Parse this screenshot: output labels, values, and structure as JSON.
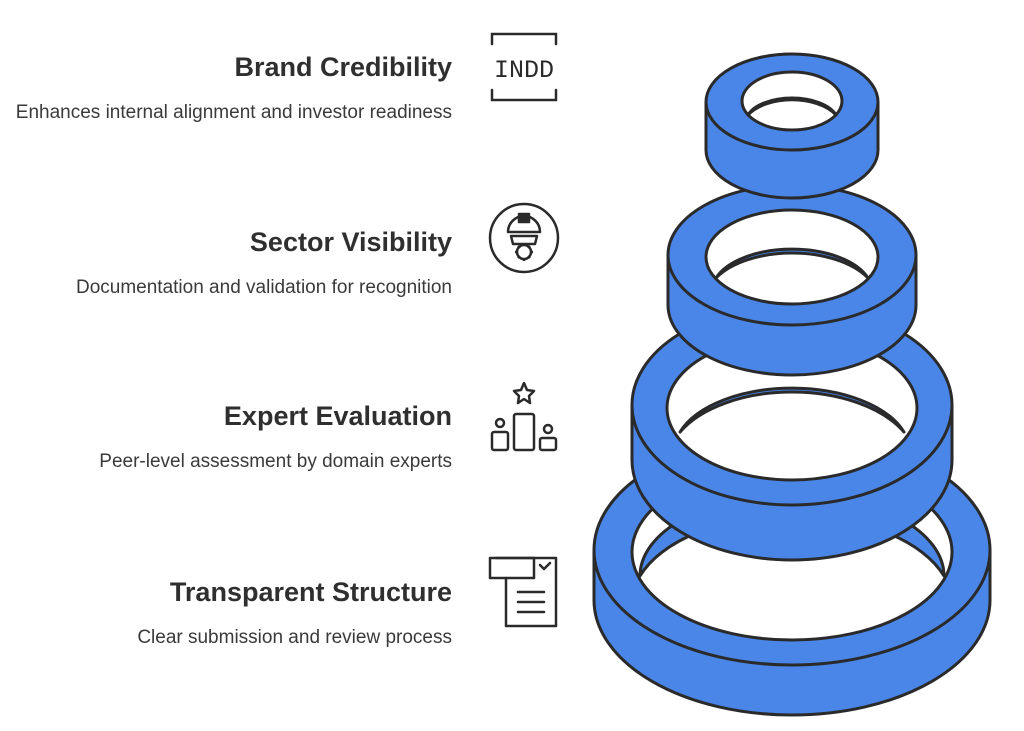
{
  "items": [
    {
      "title": "Brand Credibility",
      "description": "Enhances internal alignment and investor readiness",
      "icon": "indd-file-icon"
    },
    {
      "title": "Sector Visibility",
      "description": "Documentation and validation for recognition",
      "icon": "worker-gear-icon"
    },
    {
      "title": "Expert Evaluation",
      "description": "Peer-level assessment by domain experts",
      "icon": "podium-star-icon"
    },
    {
      "title": "Transparent Structure",
      "description": "Clear submission and review process",
      "icon": "checklist-document-icon"
    }
  ],
  "icon_labels": {
    "indd": "INDD"
  },
  "colors": {
    "ring_fill": "#4a86e8",
    "stroke": "#2a2a2a",
    "text": "#2f2f2f"
  }
}
